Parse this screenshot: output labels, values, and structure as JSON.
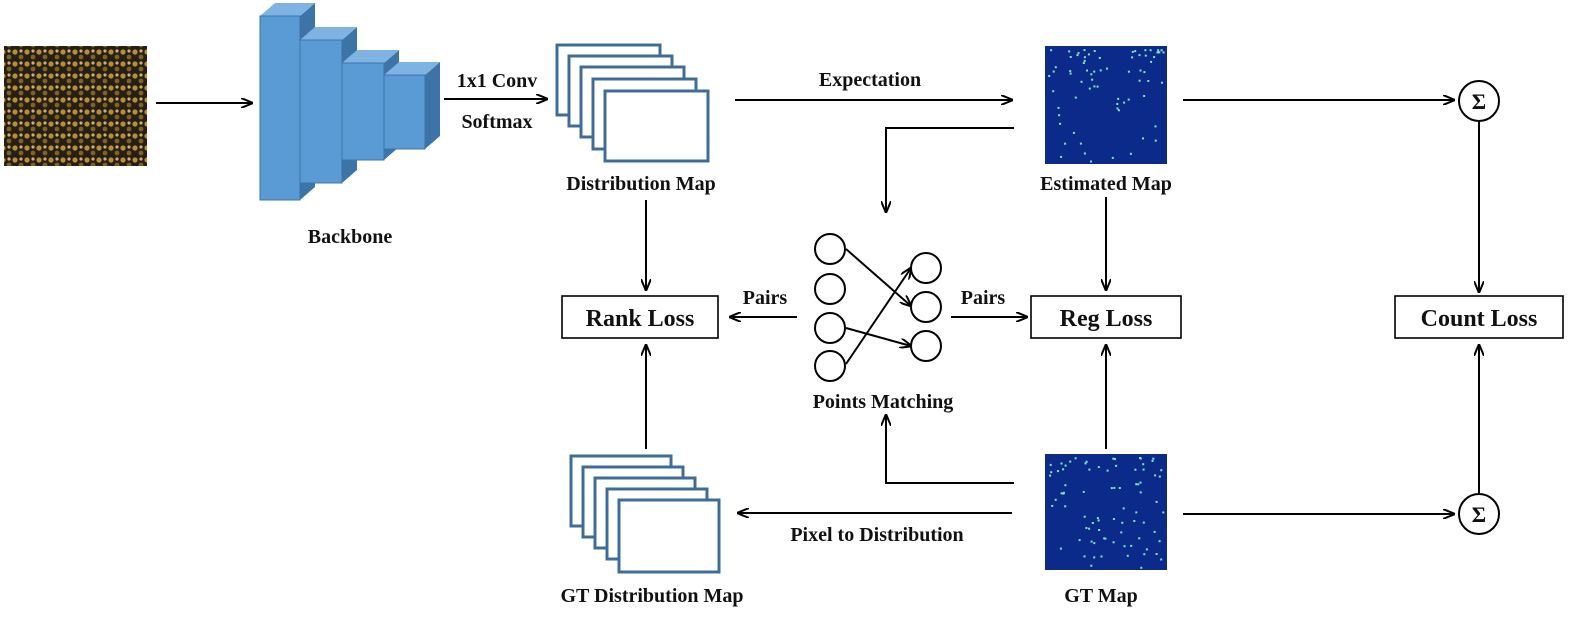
{
  "labels": {
    "backbone": "Backbone",
    "conv": "1x1 Conv",
    "softmax": "Softmax",
    "distribution_map": "Distribution Map",
    "expectation": "Expectation",
    "estimated_map": "Estimated Map",
    "rank_loss": "Rank Loss",
    "pairs_left": "Pairs",
    "pairs_right": "Pairs",
    "reg_loss": "Reg Loss",
    "count_loss": "Count Loss",
    "points_matching": "Points Matching",
    "gt_distribution_map": "GT Distribution Map",
    "pixel_to_distribution": "Pixel to Distribution",
    "gt_map": "GT Map",
    "sum_top": "Σ",
    "sum_bottom": "Σ"
  },
  "colors": {
    "backbone_front": "#5b9bd5",
    "backbone_side": "#3d74a8",
    "backbone_top": "#7fb3e3",
    "sheet_stroke": "#3f6d99",
    "map_bg": "#0b2a8a",
    "map_dot": "#7fe8c0",
    "crowd_dark": "#2a2218",
    "crowd_light": "#c79a3a"
  },
  "icons": {
    "crowd_image": "crowd-photo",
    "estimated_map": "density-heatmap",
    "gt_map": "density-heatmap"
  }
}
